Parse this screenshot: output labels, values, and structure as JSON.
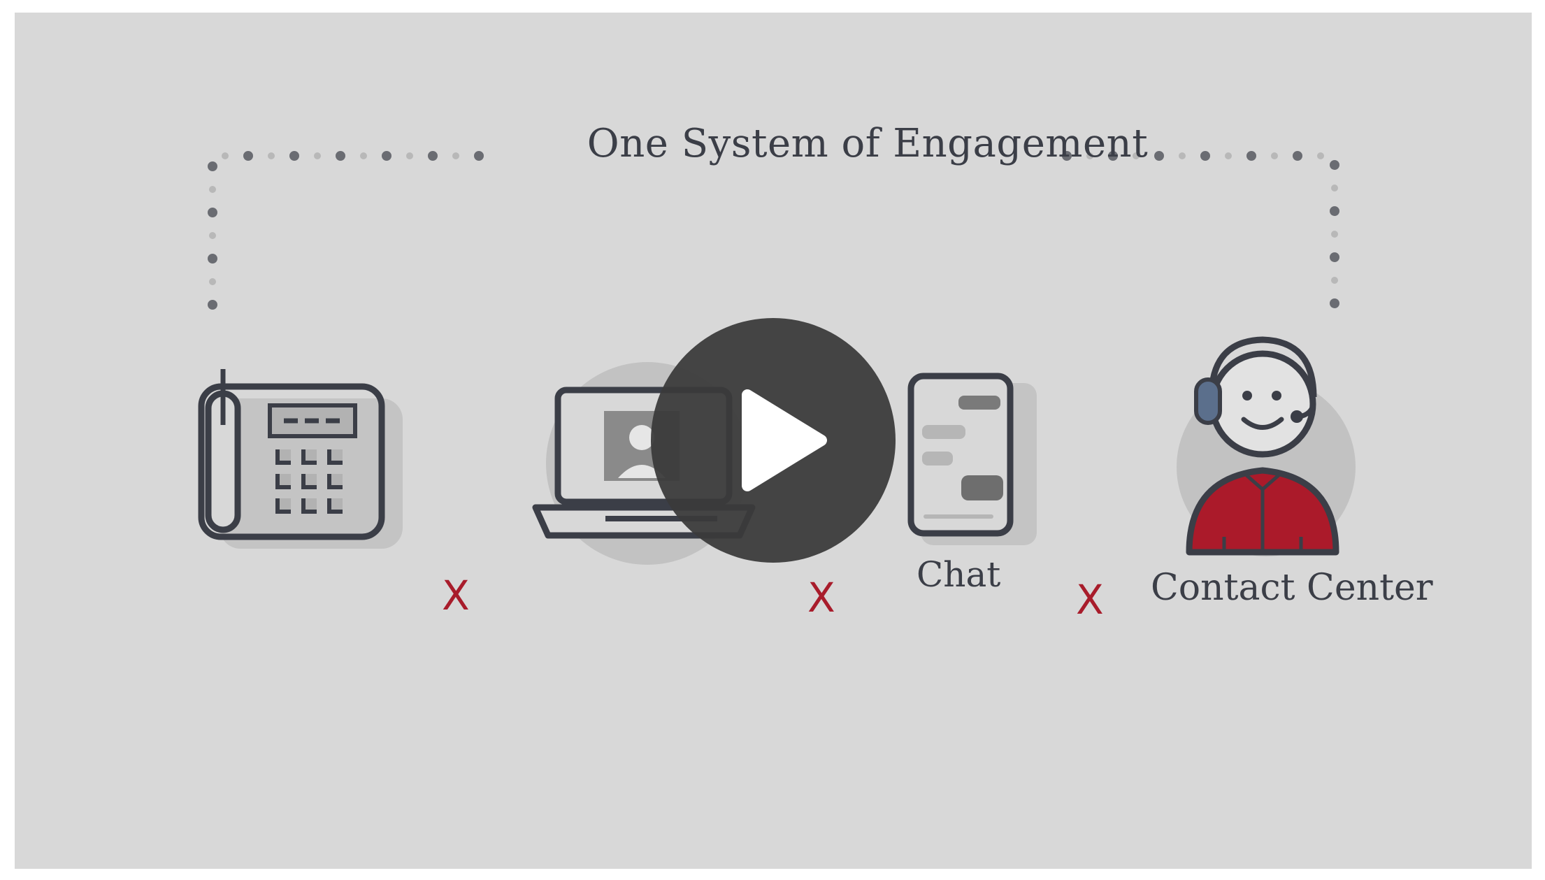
{
  "video": {
    "title": "One System of Engagement",
    "labels": {
      "chat": "Chat",
      "contact_center": "Contact Center"
    },
    "separator": "X",
    "play_icon": "play-icon"
  },
  "colors": {
    "background": "#d8d8d8",
    "stroke": "#3b3e47",
    "accent_red": "#a81c2b",
    "headset_blue": "#5b6f8c",
    "play_overlay": "#3a3a3a"
  }
}
